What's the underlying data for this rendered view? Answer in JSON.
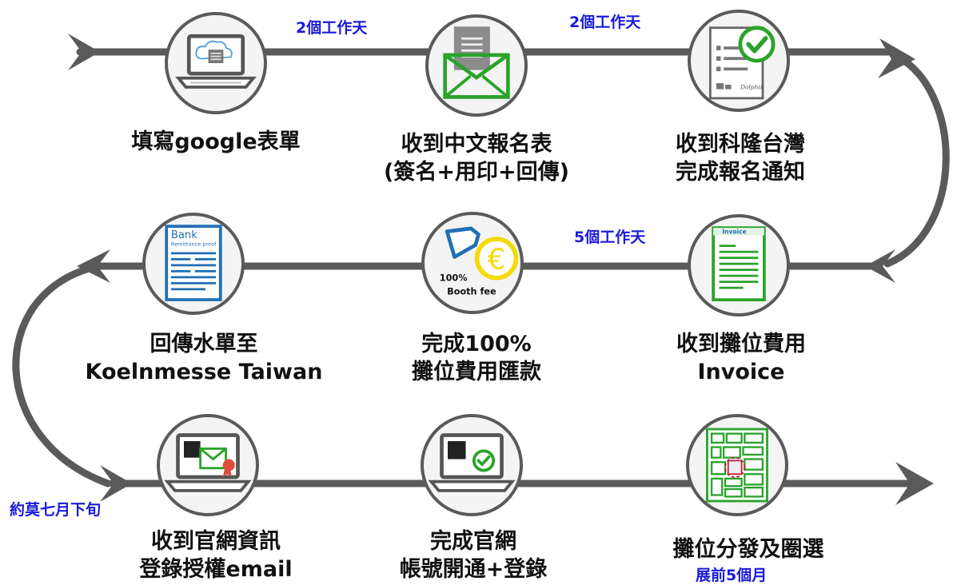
{
  "steps": [
    {
      "id": "s1",
      "icon": "laptop-cloud-form-icon",
      "lines": [
        "填寫google表單"
      ]
    },
    {
      "id": "s2",
      "icon": "envelope-document-icon",
      "lines": [
        "收到中文報名表",
        "(簽名+用印+回傳)"
      ]
    },
    {
      "id": "s3",
      "icon": "checklist-approved-icon",
      "lines": [
        "收到科隆台灣",
        "完成報名通知"
      ]
    },
    {
      "id": "s4",
      "icon": "invoice-document-icon",
      "lines": [
        "收到攤位費用",
        "Invoice"
      ]
    },
    {
      "id": "s5",
      "icon": "payment-hand-euro-icon",
      "lines": [
        "完成100%",
        "攤位費用匯款"
      ],
      "badge_line1": "100%",
      "badge_line2": "Booth fee",
      "coin_symbol": "€"
    },
    {
      "id": "s6",
      "icon": "bank-remittance-proof-icon",
      "lines": [
        "回傳水單至",
        "Koelnmesse Taiwan"
      ],
      "doc_title": "Bank",
      "doc_subtitle": "Remittance proof"
    },
    {
      "id": "s7",
      "icon": "laptop-email-authorization-icon",
      "lines": [
        "收到官網資訊",
        "登錄授權email"
      ]
    },
    {
      "id": "s8",
      "icon": "laptop-account-check-icon",
      "lines": [
        "完成官網",
        "帳號開通+登錄"
      ]
    },
    {
      "id": "s9",
      "icon": "booth-floor-plan-icon",
      "lines": [
        "攤位分發及圈選"
      ]
    }
  ],
  "notes": {
    "n1": "2個工作天",
    "n2": "2個工作天",
    "n3": "5個工作天",
    "n4": "約莫七月下旬",
    "n5": "展前5個月"
  },
  "misc": {
    "invoice_header": "Invoice",
    "dolphin_stamp": "Dolphin"
  },
  "colors": {
    "flow_line": "#5a5a5a",
    "note_text": "#1a1adb",
    "envelope_green": "#2aa32a",
    "bank_blue": "#1f6fb5",
    "coin_yellow": "#f5d90a"
  }
}
